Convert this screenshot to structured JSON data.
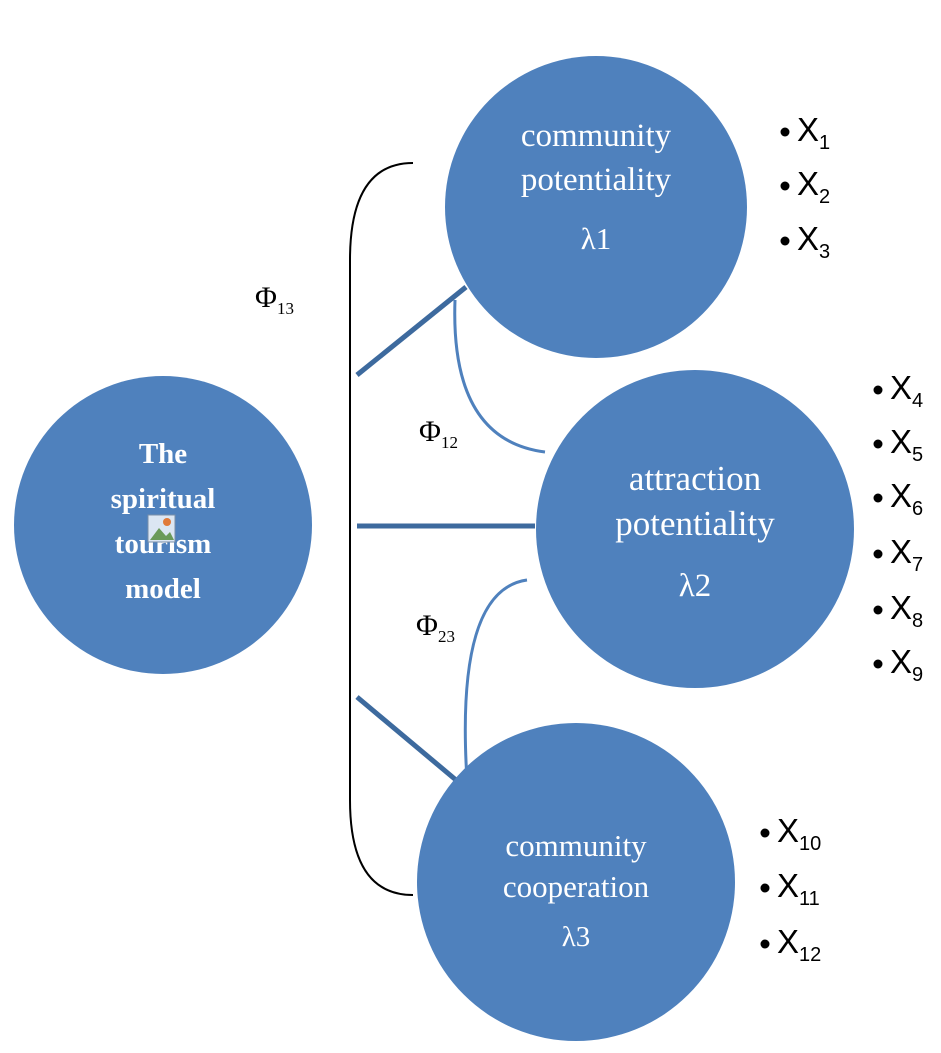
{
  "root": {
    "lines": [
      "The",
      "spiritual",
      "tourism",
      "model"
    ]
  },
  "factors": [
    {
      "lines": [
        "community",
        "potentiality"
      ],
      "symbol": "λ1"
    },
    {
      "lines": [
        "attraction",
        "potentiality"
      ],
      "symbol": "λ2"
    },
    {
      "lines": [
        "community",
        "cooperation"
      ],
      "symbol": "λ3"
    }
  ],
  "correlations": [
    {
      "label": "Φ",
      "sub": "13"
    },
    {
      "label": "Φ",
      "sub": "12"
    },
    {
      "label": "Φ",
      "sub": "23"
    }
  ],
  "indicators": [
    [
      {
        "base": "X",
        "sub": "1"
      },
      {
        "base": "X",
        "sub": "2"
      },
      {
        "base": "X",
        "sub": "3"
      }
    ],
    [
      {
        "base": "X",
        "sub": "4"
      },
      {
        "base": "X",
        "sub": "5"
      },
      {
        "base": "X",
        "sub": "6"
      },
      {
        "base": "X",
        "sub": "7"
      },
      {
        "base": "X",
        "sub": "8"
      },
      {
        "base": "X",
        "sub": "9"
      }
    ],
    [
      {
        "base": "X",
        "sub": "10"
      },
      {
        "base": "X",
        "sub": "11"
      },
      {
        "base": "X",
        "sub": "12"
      }
    ]
  ],
  "colors": {
    "node": "#4f81bd",
    "connector": "#3d6a9e",
    "text": "#ffffff"
  },
  "icons": {
    "broken_image": "broken-image-icon"
  }
}
